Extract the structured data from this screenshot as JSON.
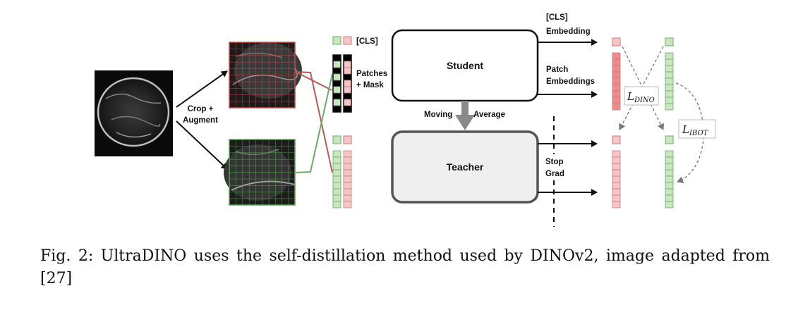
{
  "labels": {
    "crop_augment_line1": "Crop +",
    "crop_augment_line2": "Augment",
    "cls_token": "[CLS]",
    "patches_mask_line1": "Patches",
    "patches_mask_line2": "+ Mask",
    "student": "Student",
    "teacher": "Teacher",
    "moving": "Moving",
    "average": "Average",
    "cls_embedding_line1": "[CLS]",
    "cls_embedding_line2": "Embedding",
    "patch_embeddings_line1": "Patch",
    "patch_embeddings_line2": "Embeddings",
    "stop_grad_line1": "Stop",
    "stop_grad_line2": "Grad"
  },
  "losses": {
    "dino_main": "L",
    "dino_sub": "DINO",
    "ibot_main": "L",
    "ibot_sub": "IBOT"
  },
  "caption": "Fig. 2: UltraDINO uses the self-distillation method used by DINOv2, image adapted from [27]",
  "colors": {
    "red_fill": "#f4c6c6",
    "red_stroke": "#c77a7a",
    "red_dark_fill": "#ee8b8b",
    "green_fill": "#c9e6c1",
    "green_stroke": "#6fa86a",
    "teacher_fill": "#efefef",
    "teacher_stroke": "#555555"
  }
}
